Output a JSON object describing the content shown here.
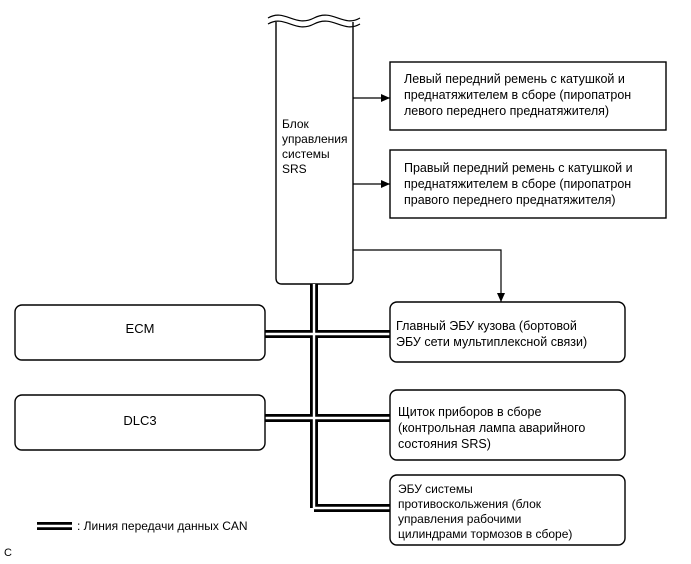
{
  "srs_ecu": {
    "lines": [
      "Блок",
      "управления",
      "системы",
      "SRS"
    ]
  },
  "ecm": {
    "label": "ECM"
  },
  "dlc3": {
    "label": "DLC3"
  },
  "left_front_belt": {
    "lines": [
      "Левый передний ремень с катушкой и",
      "преднатяжителем в сборе (пиропатрон",
      "левого переднего преднатяжителя)"
    ]
  },
  "right_front_belt": {
    "lines": [
      "Правый передний ремень с катушкой и",
      "преднатяжителем в сборе (пиропатрон",
      "правого переднего преднатяжителя)"
    ]
  },
  "main_body_ecu": {
    "lines": [
      "Главный ЭБУ кузова (бортовой",
      "ЭБУ сети мультиплексной связи)"
    ]
  },
  "combination_meter": {
    "lines": [
      "Щиток приборов в сборе",
      "(контрольная лампа аварийного",
      "состояния SRS)"
    ]
  },
  "skid_control_ecu": {
    "lines": [
      "ЭБУ системы",
      "противоскольжения (блок",
      "управления рабочими",
      "цилиндрами тормозов в сборе)"
    ]
  },
  "legend": {
    "can_line": ": Линия передачи данных CAN"
  },
  "figure_code": "C",
  "colors": {
    "stroke": "#000000",
    "background": "#ffffff"
  }
}
